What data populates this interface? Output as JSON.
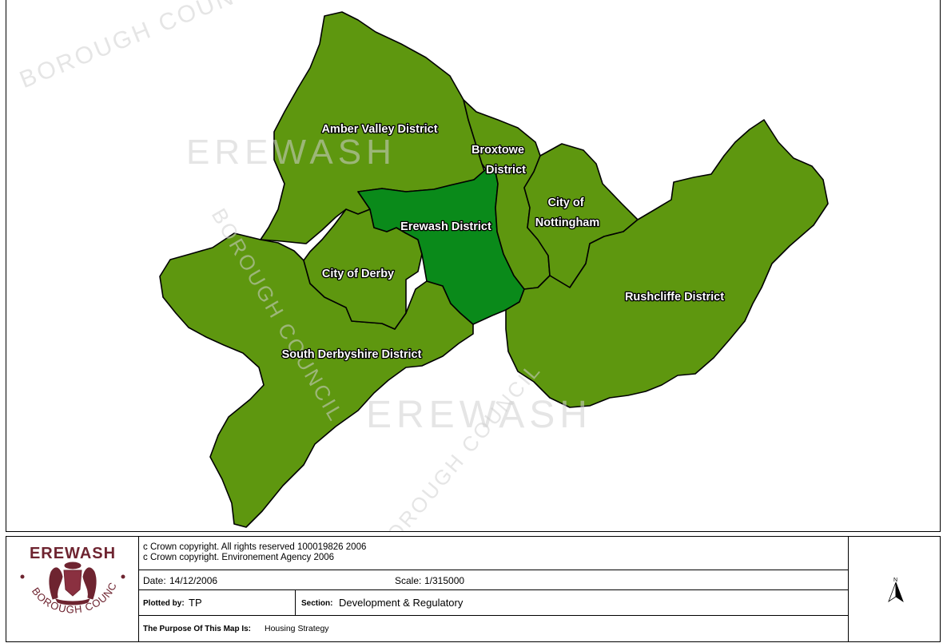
{
  "map": {
    "colors": {
      "district": "#5e970f",
      "highlight": "#0a8a1a",
      "border": "#000000",
      "label_fill": "#ffffff",
      "label_outline": "#000000"
    },
    "districts": [
      {
        "id": "amber-valley",
        "label": "Amber Valley District",
        "highlight": false
      },
      {
        "id": "broxtowe",
        "label": "Broxtowe District",
        "highlight": false
      },
      {
        "id": "city-of-nottingham",
        "label": "City of Nottingham",
        "highlight": false
      },
      {
        "id": "erewash",
        "label": "Erewash District",
        "highlight": true
      },
      {
        "id": "city-of-derby",
        "label": "City of Derby",
        "highlight": false
      },
      {
        "id": "rushcliffe",
        "label": "Rushcliffe District",
        "highlight": false
      },
      {
        "id": "south-derbyshire",
        "label": "South Derbyshire District",
        "highlight": false
      }
    ],
    "watermark": {
      "word": "EREWASH",
      "ring": "BOROUGH COUNCIL"
    }
  },
  "legend": {
    "logo": {
      "word": "EREWASH",
      "ring": "BOROUGH COUNCIL",
      "color": "#6e2430"
    },
    "copyright_1": "c Crown copyright. All rights reserved 100019826 2006",
    "copyright_2": "c Crown copyright. Environement Agency 2006",
    "date_label": "Date:",
    "date_value": "14/12/2006",
    "scale_label": "Scale:",
    "scale_value": "1/315000",
    "plotted_label": "Plotted by:",
    "plotted_value": "TP",
    "section_label": "Section:",
    "section_value": "Development & Regulatory",
    "purpose_label": "The Purpose Of This Map Is:",
    "purpose_value": "Housing Strategy",
    "north_arrow_icon": "north-arrow-icon"
  }
}
